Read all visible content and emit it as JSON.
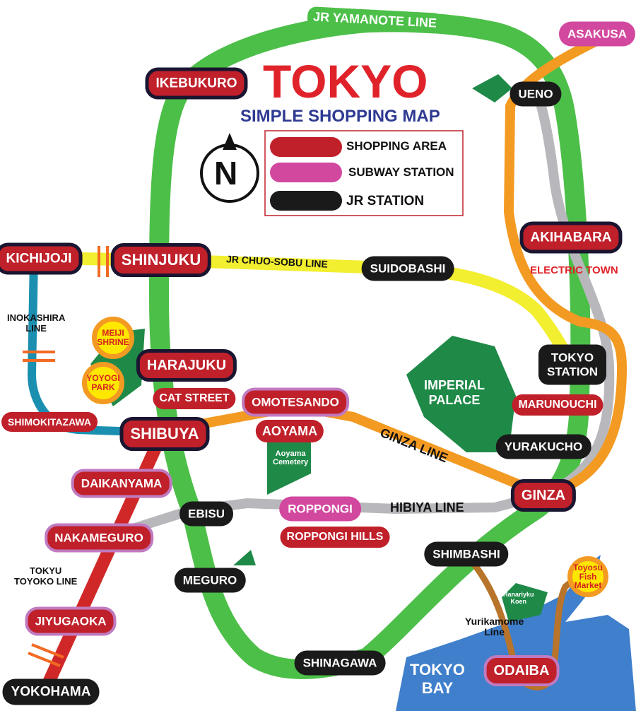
{
  "title": "TOKYO",
  "subtitle": "SIMPLE SHOPPING MAP",
  "compass": "N",
  "legend": {
    "shopping": "SHOPPING AREA",
    "subway": "SUBWAY STATION",
    "jr": "JR STATION"
  },
  "colors": {
    "shopping": "#c0202a",
    "subway": "#d2489f",
    "jr": "#1a1a1a",
    "yamanote": "#4cbf48",
    "chuo": "#f2ee30",
    "ginza": "#f39a22",
    "hibiya": "#b8b8bc",
    "toyoko": "#d02828",
    "inokashira": "#1b8fb0",
    "yurikamome": "#b8742a",
    "bay": "#3f7fcc",
    "park": "#1f8a48"
  },
  "lines": {
    "yamanote": "JR YAMANOTE LINE",
    "chuo": "JR CHUO-SOBU LINE",
    "inokashira": "INOKASHIRA\nLINE",
    "ginza": "GINZA LINE",
    "hibiya": "HIBIYA LINE",
    "toyoko": "TOKYU\nTOYOKO LINE",
    "yurikamome": "Yurikamome\nLine"
  },
  "stations": {
    "ikebukuro": "IKEBUKURO",
    "asakusa": "ASAKUSA",
    "ueno": "UENO",
    "kichijoji": "KICHIJOJI",
    "shinjuku": "SHINJUKU",
    "suidobashi": "SUIDOBASHI",
    "akihabara": "AKIHABARA",
    "harajuku": "HARAJUKU",
    "cat_street": "CAT STREET",
    "tokyo_station": "TOKYO\nSTATION",
    "marunouchi": "MARUNOUCHI",
    "shimokitazawa": "SHIMOKITAZAWA",
    "shibuya": "SHIBUYA",
    "omotesando": "OMOTESANDO",
    "aoyama": "AOYAMA",
    "yurakucho": "YURAKUCHO",
    "daikanyama": "DAIKANYAMA",
    "ginza": "GINZA",
    "ebisu": "EBISU",
    "roppongi": "ROPPONGI",
    "nakameguro": "NAKAMEGURO",
    "roppongi_hills": "ROPPONGI HILLS",
    "shimbashi": "SHIMBASHI",
    "meguro": "MEGURO",
    "jiyugaoka": "JIYUGAOKA",
    "shinagawa": "SHINAGAWA",
    "odaiba": "ODAIBA",
    "yokohama": "YOKOHAMA"
  },
  "places": {
    "electric_town": "ELECTRIC TOWN",
    "imperial_palace": "IMPERIAL\nPALACE",
    "aoyama_cemetery": "Aoyama\nCemetery",
    "meiji_shrine": "MEIJI\nSHRINE",
    "yoyogi_park": "YOYOGI\nPARK",
    "toyosu": "Toyosu\nFish\nMarket",
    "hamarikyu": "Hanariyku\nKoen",
    "tokyo_bay": "TOKYO\nBAY"
  }
}
